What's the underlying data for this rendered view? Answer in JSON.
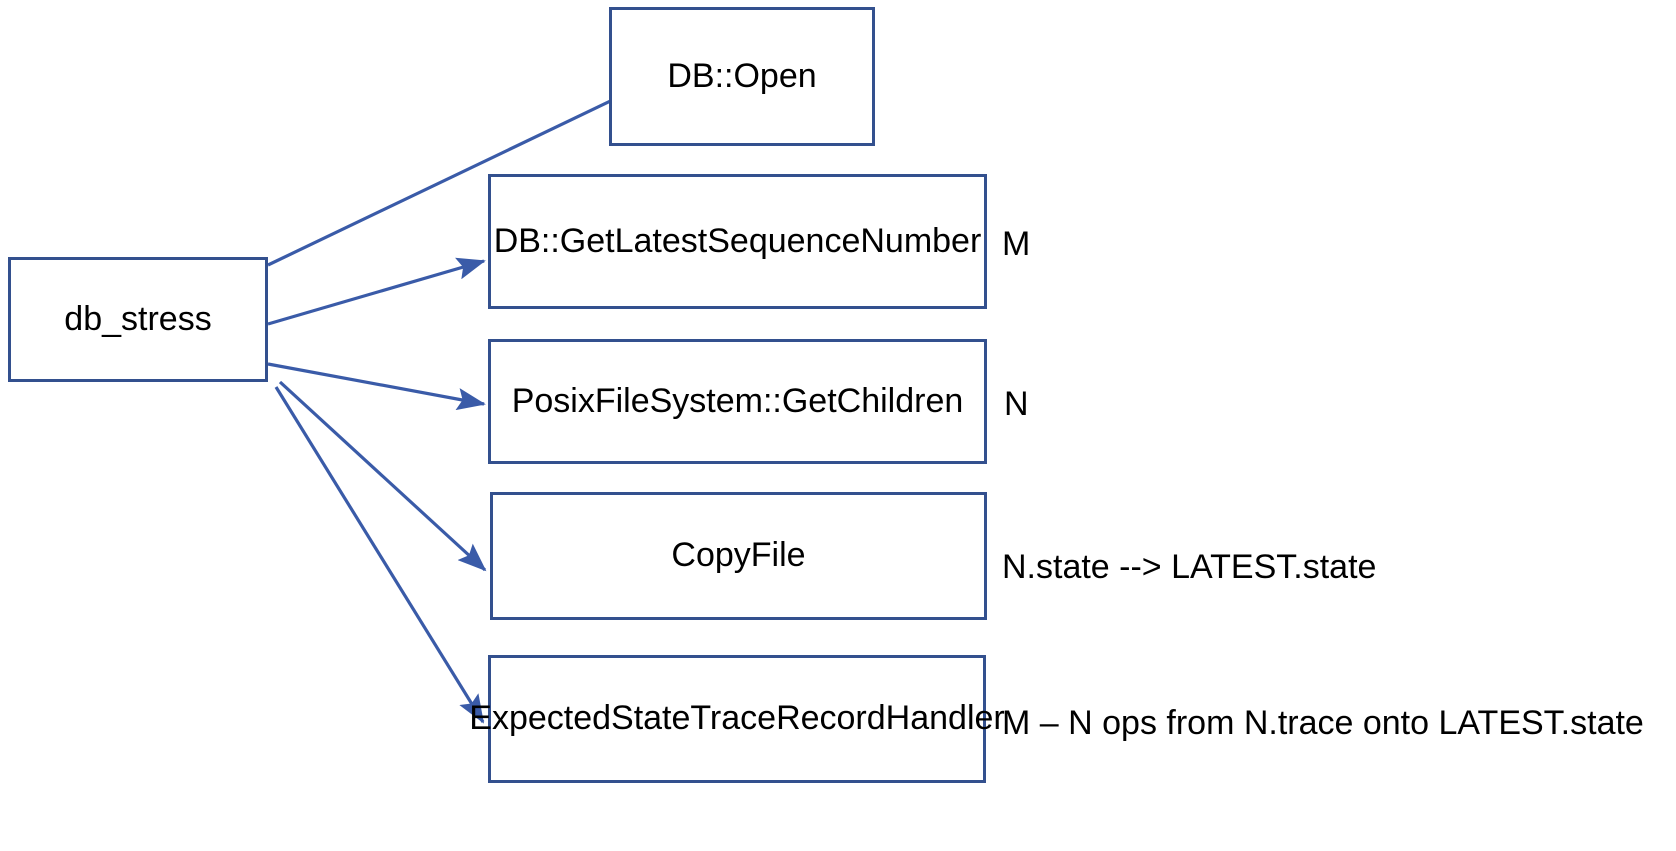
{
  "diagram": {
    "title": "db_stress crash-recovery verification call flow",
    "colors": {
      "box_border": "#33508E",
      "arrow": "#3A5BA8",
      "text": "#000000",
      "background": "#FFFFFF"
    },
    "source_node": {
      "label": "db_stress"
    },
    "target_nodes": [
      {
        "label": "DB::Open",
        "note": ""
      },
      {
        "label": "DB::GetLatestSequenceNumber",
        "note": "M"
      },
      {
        "label": "PosixFileSystem::GetChildren",
        "note": "N"
      },
      {
        "label": "CopyFile",
        "note": "N.state --> LATEST.state"
      },
      {
        "label": "ExpectedStateTraceRecordHandler",
        "note": "M – N ops from N.trace onto LATEST.state"
      }
    ],
    "edges": [
      {
        "from": "db_stress",
        "to": "DB::Open"
      },
      {
        "from": "db_stress",
        "to": "DB::GetLatestSequenceNumber"
      },
      {
        "from": "db_stress",
        "to": "PosixFileSystem::GetChildren"
      },
      {
        "from": "db_stress",
        "to": "CopyFile"
      },
      {
        "from": "db_stress",
        "to": "ExpectedStateTraceRecordHandler"
      }
    ]
  }
}
